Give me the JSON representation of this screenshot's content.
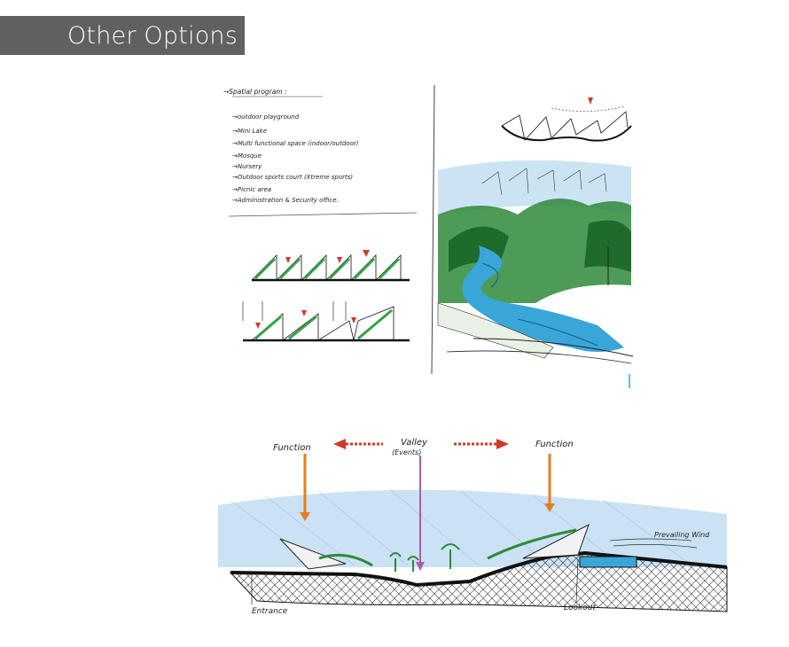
{
  "page": {
    "title": "Other Options"
  },
  "sketch_notes": {
    "heading": "→Spatial program :",
    "items": [
      "→outdoor playground",
      "→Mini Lake",
      "→Multi functional space (indoor/outdoor)",
      "→Mosque",
      "→Nursery",
      "→Outdoor sports court (Xtreme sports)",
      "→Picnic area",
      "→Administration & Security office."
    ]
  },
  "section_sketch": {
    "label_function_left": "Function",
    "label_valley": "Valley",
    "label_events": "(Events)",
    "label_function_right": "Function",
    "label_wind": "Prevailing Wind",
    "label_entrance": "Entrance",
    "label_lookout": "Lookout"
  },
  "colors": {
    "title_bar": "#5f6062",
    "sketch_green": "#2e8b3a",
    "sketch_blue": "#3aa6d8",
    "arrow_red": "#d0392b",
    "arrow_orange": "#e67e22",
    "arrow_pink": "#b05aa8"
  }
}
